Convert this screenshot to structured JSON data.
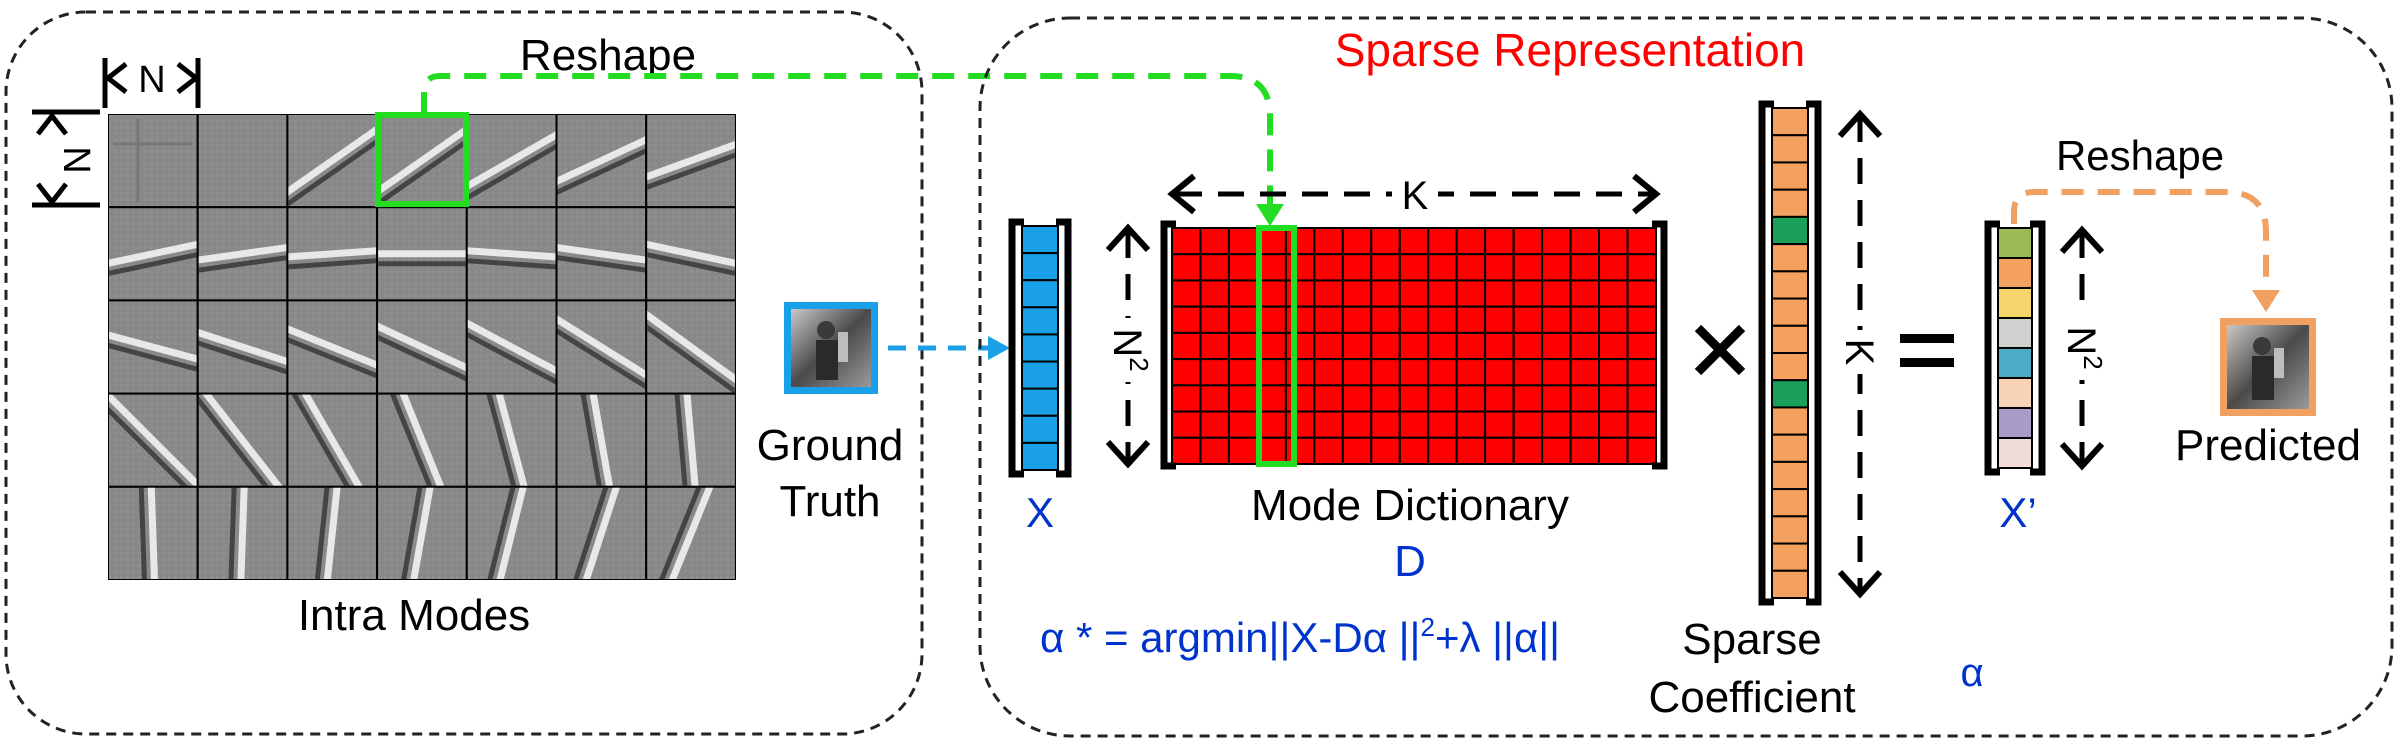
{
  "left_panel": {
    "reshape_label": "Reshape",
    "block_size_symbol": "N",
    "caption": "Intra Modes"
  },
  "ground_truth": {
    "label_line1": "Ground",
    "label_line2": "Truth"
  },
  "right_panel": {
    "title": "Sparse Representation",
    "vector_x_label": "X",
    "dim_n2": "N",
    "dim_n2_sup": "2",
    "dim_k": "K",
    "dictionary_name": "Mode Dictionary",
    "dictionary_symbol": "D",
    "multiply_sign": "×",
    "equals_sign": "=",
    "coefficient_line1": "Sparse",
    "coefficient_line2": "Coefficient",
    "alpha_symbol": "α",
    "reshape_label": "Reshape",
    "output_label": "X’",
    "predicted_label": "Predicted",
    "formula_part1": "α * = argmin||X-Dα ||",
    "formula_sup": "2",
    "formula_part2": "+λ ||α||"
  },
  "colors": {
    "dictionary_red": "#ff0000",
    "title_red": "#ff0000",
    "math_blue": "#0033cc",
    "x_vector_blue": "#1aa0e6",
    "highlight_green": "#22dd22",
    "coefficient_orange": "#f4a160",
    "coefficient_green": "#1aa05a",
    "predicted_orange": "#f0a060",
    "panel_border": "#222222"
  },
  "sparse_coefficient_cells": [
    "orange",
    "orange",
    "orange",
    "orange",
    "green",
    "orange",
    "orange",
    "orange",
    "orange",
    "orange",
    "green",
    "orange",
    "orange",
    "orange",
    "orange",
    "orange",
    "orange",
    "orange"
  ],
  "output_vector_cells": [
    "#9bbb59",
    "#f4a160",
    "#f5d46b",
    "#d0d0d0",
    "#4bacc6",
    "#f9d3b5",
    "#a99bc8",
    "#f2dcdb"
  ]
}
